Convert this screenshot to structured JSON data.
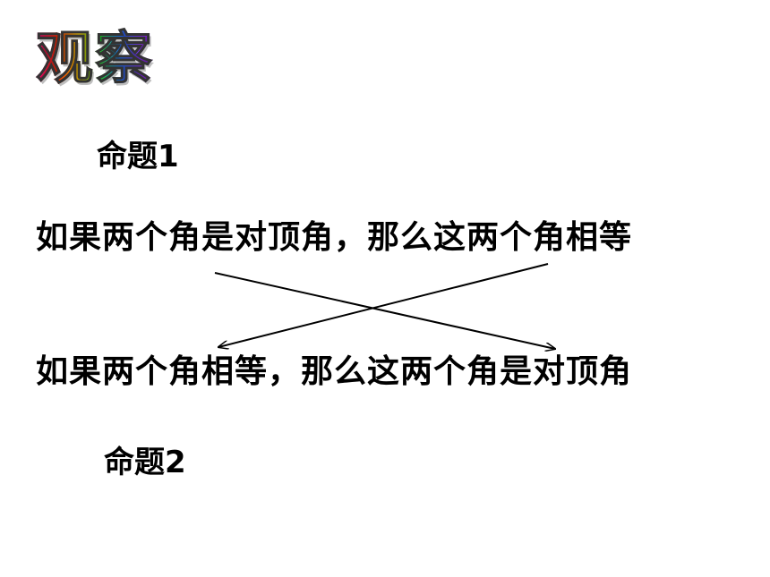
{
  "title": "观察",
  "proposition1": {
    "label": "命题1",
    "sentence": "如果两个角是对顶角，那么这两个角相等"
  },
  "proposition2": {
    "label": "命题2",
    "sentence": "如果两个角相等，那么这两个角是对顶角"
  },
  "colors": {
    "text": "#000000",
    "background": "#ffffff"
  }
}
